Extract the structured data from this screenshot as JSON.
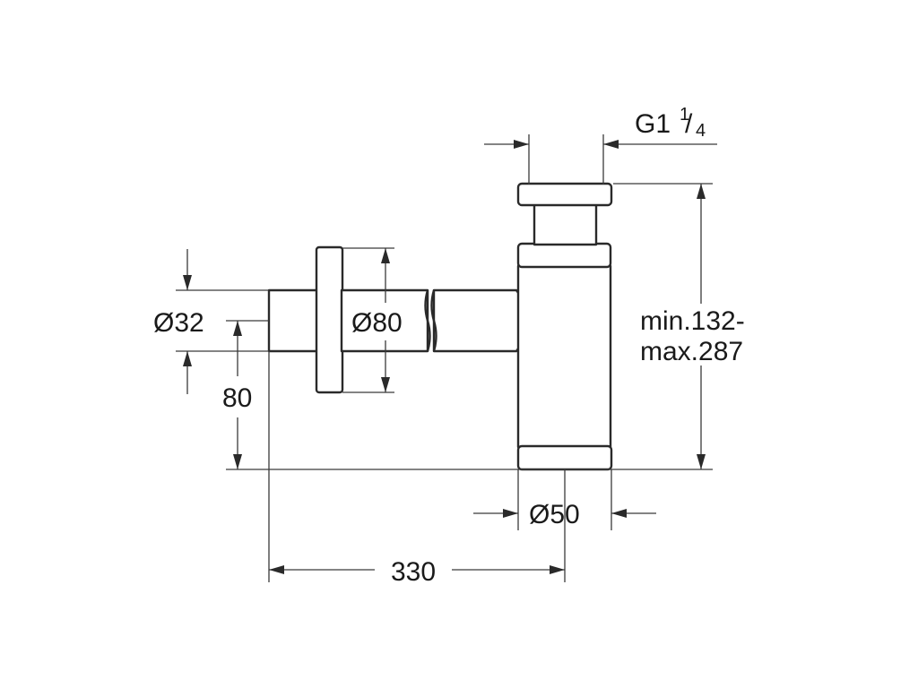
{
  "labels": {
    "thread_main": "G1",
    "thread_num": "1",
    "thread_slash": "/",
    "thread_den": "4",
    "dia_32": "Ø32",
    "dia_80": "Ø80",
    "height_80": "80",
    "height_min": "min.132-",
    "height_max": "max.287",
    "dia_50": "Ø50",
    "length_330": "330"
  },
  "colors": {
    "line": "#2a2a2a",
    "background": "#ffffff"
  }
}
